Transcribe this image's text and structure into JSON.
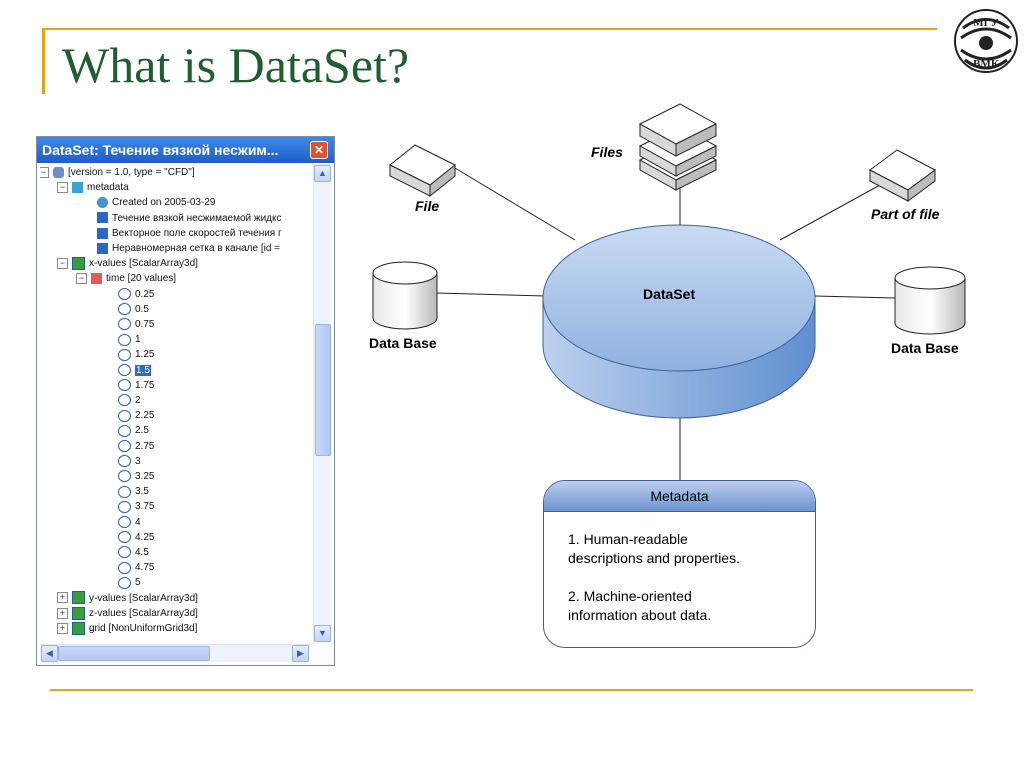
{
  "slide": {
    "title": "What is DataSet?"
  },
  "logo": {
    "top_text": "МГУ",
    "bottom_text": "ВМК"
  },
  "window": {
    "title": "DataSet: Течение вязкой несжим...",
    "close_glyph": "✕",
    "tree": [
      {
        "text": "[version = 1.0, type = \"CFD\"]",
        "icon": "database-icon",
        "expander": "−"
      },
      {
        "text": "metadata",
        "icon": "flag-icon",
        "expander": "−"
      },
      {
        "text": "Created on 2005-03-29",
        "icon": "created-icon"
      },
      {
        "text": "Течение вязкой несжимаемой жидкс",
        "icon": "document-icon"
      },
      {
        "text": "Векторное поле скоростей течения г",
        "icon": "document-icon"
      },
      {
        "text": "Неравномерная сетка в канале [id =",
        "icon": "document-icon"
      },
      {
        "text": "x-values [ScalarArray3d]",
        "icon": "cube-icon",
        "expander": "−"
      },
      {
        "text": "time [20 values]",
        "icon": "grid-icon",
        "expander": "−"
      }
    ],
    "time_values": [
      "0.25",
      "0.5",
      "0.75",
      "1",
      "1.25",
      "1.5",
      "1.75",
      "2",
      "2.25",
      "2.5",
      "2.75",
      "3",
      "3.25",
      "3.5",
      "3.75",
      "4",
      "4.25",
      "4.5",
      "4.75",
      "5"
    ],
    "selected_value": "1.5",
    "tree_tail": [
      {
        "text": "y-values [ScalarArray3d]",
        "icon": "cube-icon",
        "expander": "+"
      },
      {
        "text": "z-values [ScalarArray3d]",
        "icon": "cube-icon",
        "expander": "+"
      },
      {
        "text": "grid [NonUniformGrid3d]",
        "icon": "cube-icon",
        "expander": "+"
      }
    ],
    "scroll_up": "▲",
    "scroll_down": "▼",
    "scroll_left": "◀",
    "scroll_right": "▶"
  },
  "diagram": {
    "center_label": "DataSet",
    "file_label": "File",
    "files_label": "Files",
    "part_label": "Part of file",
    "db_left_label": "Data Base",
    "db_right_label": "Data Base",
    "metadata": {
      "header": "Metadata",
      "item1_line1": "1. Human-readable",
      "item1_line2": "descriptions and properties.",
      "item2_line1": "2. Machine-oriented",
      "item2_line2": "information about data."
    }
  },
  "colors": {
    "title_green": "#1f5e30",
    "accent_orange": "#e6a219",
    "disk_blue": "#7ea6dc"
  }
}
